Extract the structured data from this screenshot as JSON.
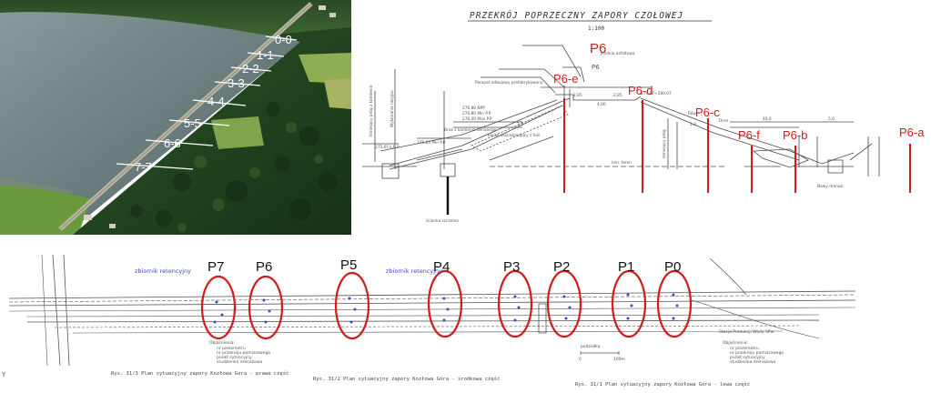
{
  "photo": {
    "profile_labels": [
      "0-0",
      "1-1",
      "2-2",
      "3-3",
      "4-4",
      "5-5",
      "6-6",
      "7-7"
    ]
  },
  "section": {
    "title": "PRZEKRÓJ POPRZECZNY ZAPORY CZOŁOWEJ",
    "scale": "1:100",
    "main_label": "P6",
    "point_labels": [
      "P6-e",
      "P6-d",
      "P6-c",
      "P6-f",
      "P6-b",
      "P6-a"
    ],
    "drawing_text": {
      "crest": "Jezdnia asfaltowa",
      "p6_small": "P6",
      "parapet": "Parapet odbojowy prefabrykowany",
      "elev1": "276,80 NPP",
      "elev2": "276,80 Min P.P.",
      "elev3": "276,00 Max P.P.",
      "elev4": "275,65 Ł.Ł.P",
      "elev5": "275,63 Min P.P.",
      "elev6": "279,87÷280,07",
      "dim1": "2,85",
      "dim2": "2,85",
      "dim3": "4,00",
      "dim4": "1:2",
      "dim5": "1:3",
      "dim6": "40,0",
      "dim7": "5,0",
      "drain": "Dren",
      "screen": "Ekran uszczelniający z folii",
      "ground": "Istn. teren",
      "wall": "ścianka szczelna",
      "newdrain": "Nowy drenaż",
      "stop": "Bruk z kamienia łamanego",
      "vert1": "Istniejący próg z kamienia",
      "vert2": "Wykonanie nasypu",
      "vert3": "Istniejący próg",
      "ditch": "Rów"
    }
  },
  "plan": {
    "profile_labels": [
      "P7",
      "P6",
      "P5",
      "P4",
      "P3",
      "P2",
      "P1",
      "P0"
    ],
    "reservoir_label_1": "zbiornik retencyjny",
    "reservoir_label_2": "zbiornik retencyjny",
    "caption_right": "Rys. 31/1 Plan sytuacyjny zapory Kozłowa Góra - lewa część",
    "caption_middle": "Rys. 31/2 Plan sytuacyjny zapory Kozłowa Góra - środkowa część",
    "caption_left": "Rys. 31/3 Plan sytuacyjny zapory Kozłowa Góra - prawa część",
    "road_label": "Stacja Produkcji Wody SPw",
    "scale_label": "podziałka",
    "scale_zero": "0",
    "scale_end": "100m",
    "legend_title": "Objaśnienia:",
    "legend_items": [
      "nr piezometru",
      "nr przekroju pomiarowego",
      "punkt sytuacyjny",
      "studzienka drenażowa"
    ],
    "north": "Y"
  },
  "colors": {
    "red": "#d21a1a",
    "water": "#6a7b7c",
    "forest": "#1f3f1a",
    "field": "#6a9a3c",
    "lineart": "#4a4a4a",
    "blue": "#3a4bc0"
  }
}
